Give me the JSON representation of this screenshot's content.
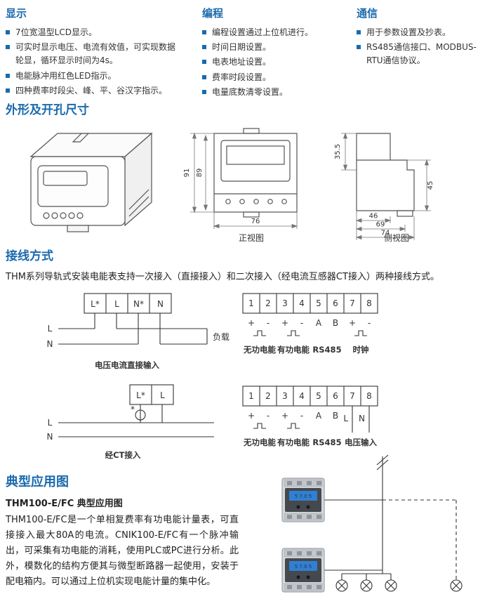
{
  "meta": {
    "accent": "#1a6aad",
    "background": "#ffffff",
    "text_color": "#333333"
  },
  "features": {
    "display": {
      "title": "显示",
      "items": [
        "7位宽温型LCD显示。",
        "可实时显示电压、电流有效值，可实现数据轮显，循环显示时间为4s。",
        "电能脉冲用红色LED指示。",
        "四种费率时段尖、峰、平、谷汉字指示。"
      ]
    },
    "programming": {
      "title": "编程",
      "items": [
        "编程设置通过上位机进行。",
        "时间日期设置。",
        "电表地址设置。",
        "费率时段设置。",
        "电量底数清零设置。"
      ]
    },
    "communication": {
      "title": "通信",
      "items": [
        "用于参数设置及抄表。",
        "RS485通信接口、MODBUS-RTU通信协议。"
      ]
    }
  },
  "dimensions": {
    "section_title": "外形及开孔尺寸",
    "front_view_caption": "正视图",
    "side_view_caption": "侧视图",
    "front": {
      "outer_height": "91",
      "inner_height": "89",
      "width": "76"
    },
    "side": {
      "upper_depth": "35.5",
      "rail_height": "45",
      "w1": "46",
      "w2": "69",
      "w3": "74"
    }
  },
  "wiring": {
    "section_title": "接线方式",
    "intro": "THM系列导轨式安装电能表支持一次接入（直接接入）和二次接入（经电流互感器CT接入）两种接线方式。",
    "direct": {
      "terminals": [
        "L*",
        "L",
        "N*",
        "N"
      ],
      "phase": "L",
      "neutral": "N",
      "load": "负载",
      "caption": "电压电流直接输入"
    },
    "ct": {
      "terminals": [
        "L*",
        "L"
      ],
      "star": "*",
      "phase": "L",
      "neutral": "N",
      "caption": "经CT接入"
    },
    "panel1": {
      "terminals": [
        "1",
        "2",
        "3",
        "4",
        "5",
        "6",
        "7",
        "8"
      ],
      "pins": [
        "+",
        "-",
        "+",
        "-",
        "A",
        "B",
        "+",
        "-"
      ],
      "groups": [
        "无功电能",
        "有功电能",
        "RS485",
        "时钟"
      ]
    },
    "panel2": {
      "terminals": [
        "1",
        "2",
        "3",
        "4",
        "5",
        "6",
        "7",
        "8"
      ],
      "pins": [
        "+",
        "-",
        "+",
        "-",
        "A",
        "B"
      ],
      "phase": "L",
      "neutral": "N",
      "groups": [
        "无功电能",
        "有功电能",
        "RS485",
        "电压输入"
      ]
    }
  },
  "application": {
    "section_title": "典型应用图",
    "subtitle": "THM100-E/FC 典型应用图",
    "body": "THM100-E/FC是一个单相复费率有功电能计量表，可直接接入最大80A的电流。CNIK100-E/FC有一个脉冲输出，可采集有功电能的消耗，使用PLC或PC进行分析。此外，模数化的结构方便其与微型断路器一起使用，安装于配电箱内。可以通过上位机实现电能计量的集中化。",
    "meter_lcd": "5 7.0 5"
  }
}
